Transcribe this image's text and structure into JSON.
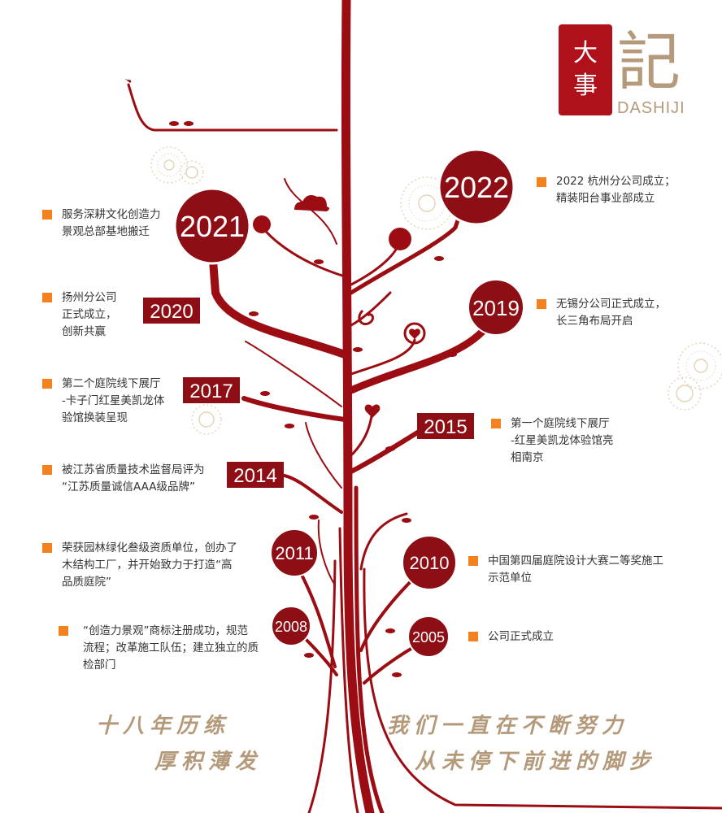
{
  "logo": {
    "seal_chars": [
      "大",
      "事"
    ],
    "big_char": "記",
    "pinyin": "DASHIJI"
  },
  "colors": {
    "branch": "#9b0d13",
    "node": "#8e0e15",
    "bullet": "#f4811f",
    "slogan": "#b49a7a",
    "burst": "#e2d3b8"
  },
  "years": {
    "y2022": "2022",
    "y2021": "2021",
    "y2020": "2020",
    "y2019": "2019",
    "y2017": "2017",
    "y2015": "2015",
    "y2014": "2014",
    "y2011": "2011",
    "y2010": "2010",
    "y2008": "2008",
    "y2005": "2005"
  },
  "events": {
    "e2022": [
      "2022 杭州分公司成立；",
      "精装阳台事业部成立"
    ],
    "e2021": [
      "服务深耕文化创造力",
      "景观总部基地搬迁"
    ],
    "e2020": [
      "扬州分公司",
      "正式成立，",
      "创新共赢"
    ],
    "e2019": [
      "无锡分公司正式成立，",
      "长三角布局开启"
    ],
    "e2017": [
      "第二个庭院线下展厅",
      "-卡子门红星美凯龙体",
      "验馆换装呈现"
    ],
    "e2015": [
      "第一个庭院线下展厅",
      "-红星美凯龙体验馆亮",
      "相南京"
    ],
    "e2014": [
      "被江苏省质量技术监督局评为",
      "“江苏质量诚信AAA级品牌”"
    ],
    "e2011": [
      "荣获园林绿化叁级资质单位，创办了",
      "木结构工厂，并开始致力于打造“高",
      "品质庭院”"
    ],
    "e2010": [
      "中国第四届庭院设计大赛二等奖施工",
      "示范单位"
    ],
    "e2008": [
      "“创造力景观”商标注册成功，规范",
      "流程；改革施工队伍；建立独立的质",
      "检部门"
    ],
    "e2005": [
      "公司正式成立"
    ]
  },
  "slogans": {
    "left_line1": "十八年历练",
    "left_line2": "厚积薄发",
    "right_line1": "我们一直在不断努力",
    "right_line2": "从未停下前进的脚步"
  }
}
